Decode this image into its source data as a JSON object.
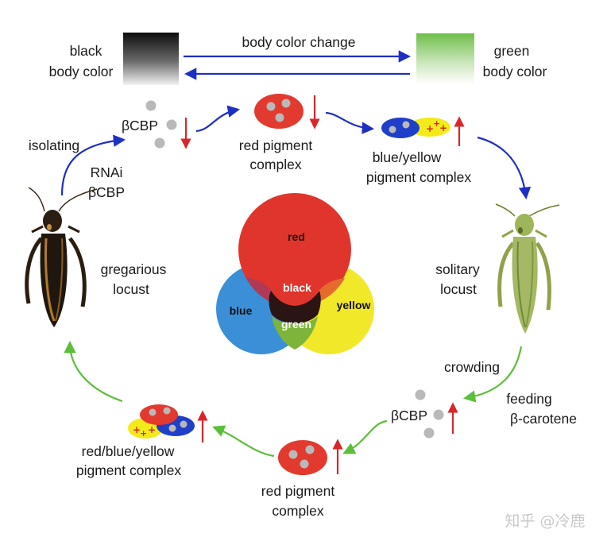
{
  "colors": {
    "arrow_blue": "#1e2fc4",
    "arrow_green": "#5cbf3a",
    "arrow_red": "#d9262a",
    "pigment_red": "#e23a2e",
    "pigment_blue": "#1f3fc8",
    "pigment_yellow": "#f4ea1a",
    "granule_gray": "#b9b9b9",
    "venn_red": "#e0352c",
    "venn_blue": "#3a8fd6",
    "venn_yellow": "#f1e82a",
    "venn_black": "#2a1414"
  },
  "top": {
    "black_label_1": "black",
    "black_label_2": "body color",
    "change_label": "body color change",
    "green_label_1": "green",
    "green_label_2": "body color"
  },
  "upper": {
    "bcbp": "βCBP",
    "red_complex_1": "red pigment",
    "red_complex_2": "complex",
    "by_complex_1": "blue/yellow",
    "by_complex_2": "pigment complex"
  },
  "left": {
    "isolating": "isolating",
    "rnai_1": "RNAi",
    "rnai_2": "βCBP",
    "locust_1": "gregarious",
    "locust_2": "locust"
  },
  "right": {
    "locust_1": "solitary",
    "locust_2": "locust",
    "crowding": "crowding",
    "feeding_1": "feeding",
    "feeding_2": "β-carotene"
  },
  "venn": {
    "red": "red",
    "blue": "blue",
    "yellow": "yellow",
    "black": "black",
    "green": "green"
  },
  "lower": {
    "bcbp": "βCBP",
    "red_complex_1": "red pigment",
    "red_complex_2": "complex",
    "rby_complex_1": "red/blue/yellow",
    "rby_complex_2": "pigment complex"
  },
  "watermark": "知乎 @冷鹿"
}
